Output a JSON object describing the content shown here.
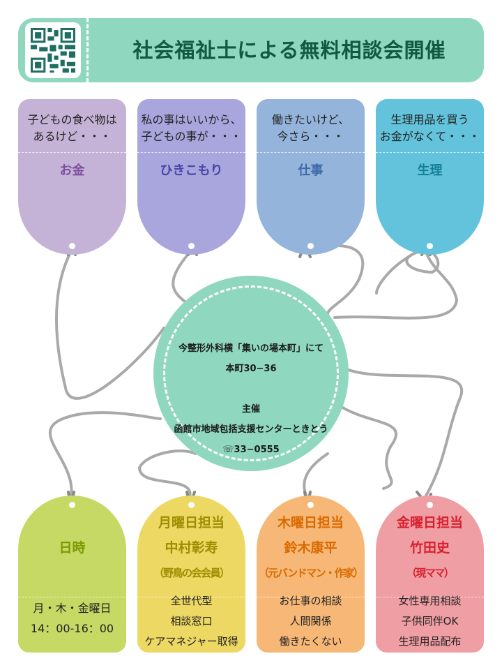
{
  "header": {
    "title": "社会福祉士による無料相談会開催",
    "qr_icon": "qr-code-icon"
  },
  "top_tags": [
    {
      "question_lines": [
        "子どもの食べ物は",
        "あるけど・・・"
      ],
      "label": "お金",
      "bg": "#c4b3d6",
      "color": "#7b4fa0"
    },
    {
      "question_lines": [
        "私の事はいいから、",
        "子どもの事が・・・"
      ],
      "label": "ひきこもり",
      "bg": "#a8a6dc",
      "color": "#4a44a8"
    },
    {
      "question_lines": [
        "働きたいけど、",
        "今さら・・・"
      ],
      "label": "仕事",
      "bg": "#94b4db",
      "color": "#3d6aa6"
    },
    {
      "question_lines": [
        "生理用品を買う",
        "お金がなくて・・・"
      ],
      "label": "生理",
      "bg": "#63c3dc",
      "color": "#147e99"
    }
  ],
  "center": {
    "venue": "今整形外科横「集いの場本町」にて",
    "address": "本町30−36",
    "organizer_label": "主催",
    "organizer": "函館市地域包括支援センターときとう",
    "phone": "☏33−0555"
  },
  "bottom_tags": [
    {
      "title_lines": [
        "日時"
      ],
      "items": [
        "月・木・金曜日",
        "14：00-16：00"
      ],
      "bg": "#c5d964",
      "color": "#7a9a00"
    },
    {
      "title_lines": [
        "月曜日担当",
        "中村彰寿",
        "（野鳥の会会員）"
      ],
      "items": [
        "全世代型",
        "相談窓口",
        "ケアマネジャー取得"
      ],
      "bg": "#ecd862",
      "color": "#a08c00"
    },
    {
      "title_lines": [
        "木曜日担当",
        "鈴木康平",
        "（元バンドマン・作家）"
      ],
      "items": [
        "お仕事の相談",
        "人間関係",
        "働きたくない"
      ],
      "bg": "#f7b877",
      "color": "#d96a00"
    },
    {
      "title_lines": [
        "金曜日担当",
        "竹田史",
        "（現ママ）"
      ],
      "items": [
        "女性専用相談",
        "子供同伴OK",
        "生理用品配布"
      ],
      "bg": "#ef9ea4",
      "color": "#d8202f"
    }
  ]
}
